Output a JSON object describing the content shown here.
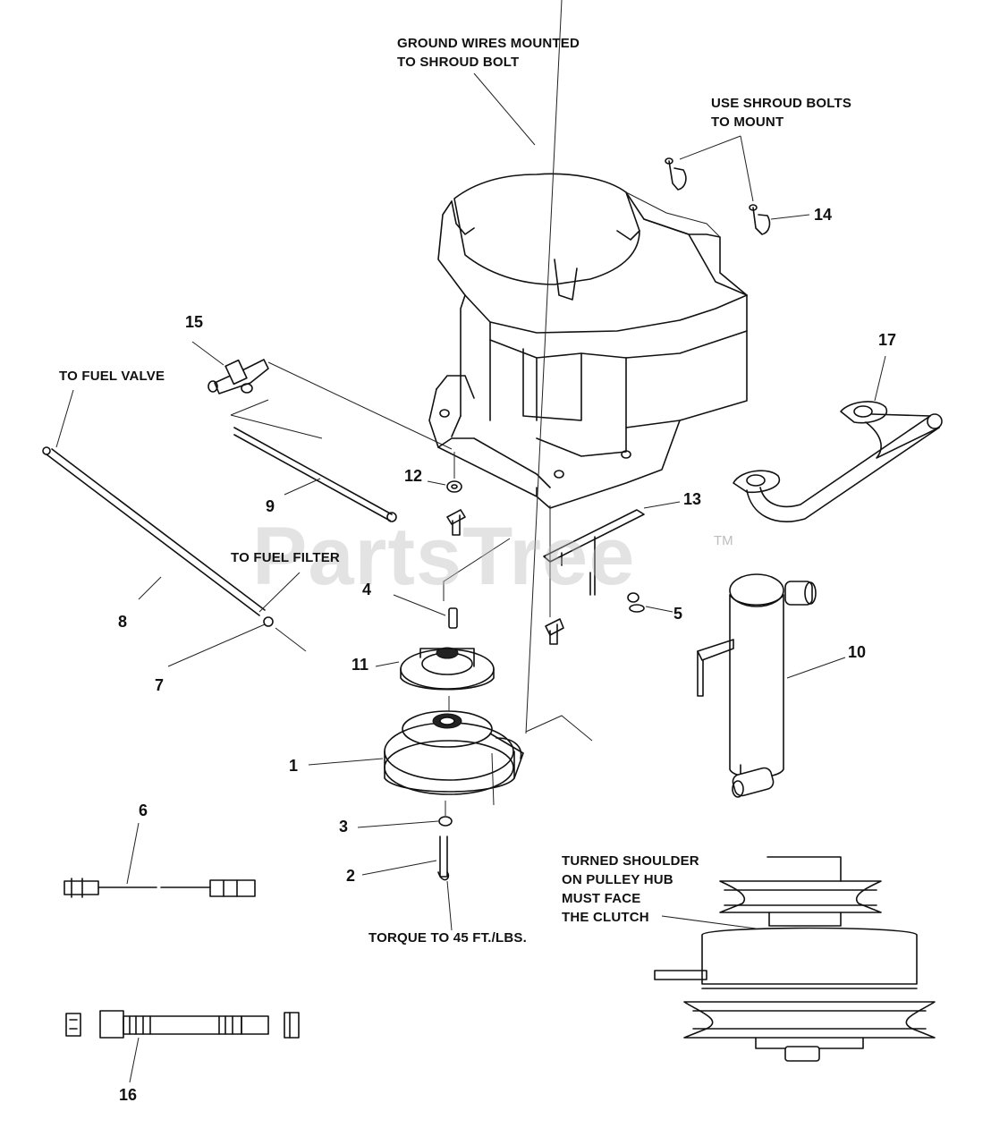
{
  "watermark": {
    "text": "PartsTree",
    "trademark": "TM"
  },
  "notes": {
    "ground_wires": [
      "GROUND WIRES MOUNTED",
      "TO SHROUD BOLT"
    ],
    "shroud_bolts": [
      "USE SHROUD BOLTS",
      "TO MOUNT"
    ],
    "fuel_valve": "TO FUEL VALVE",
    "fuel_filter": "TO FUEL FILTER",
    "torque": "TORQUE TO 45 FT./LBS.",
    "shoulder": [
      "TURNED SHOULDER",
      "ON PULLEY HUB",
      "MUST FACE",
      "THE CLUTCH"
    ]
  },
  "callouts": {
    "c1": "1",
    "c2": "2",
    "c3": "3",
    "c4": "4",
    "c5": "5",
    "c6": "6",
    "c7": "7",
    "c8": "8",
    "c9": "9",
    "c10": "10",
    "c11": "11",
    "c12": "12",
    "c13": "13",
    "c14": "14",
    "c15": "15",
    "c16": "16",
    "c17": "17"
  }
}
